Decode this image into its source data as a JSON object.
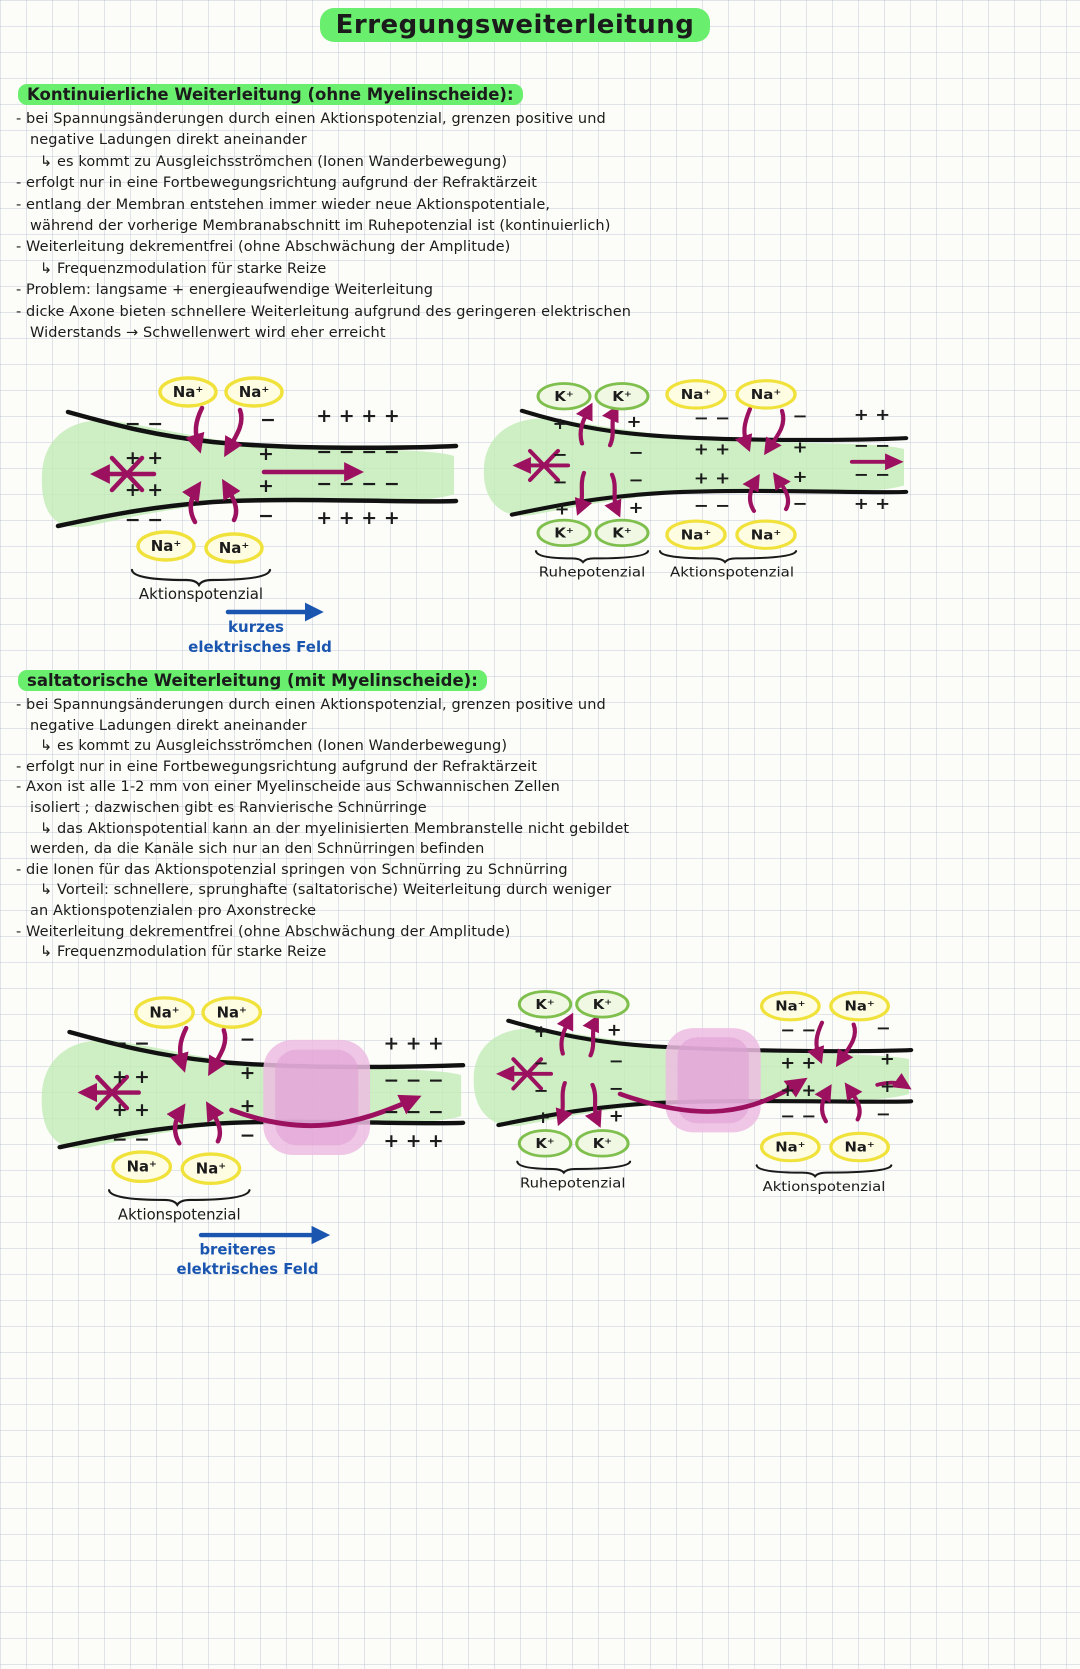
{
  "title": "Erregungsweiterleitung",
  "colors": {
    "highlight": "#69ee6e",
    "ink": "#1b1b1b",
    "magenta": "#9c1060",
    "blue": "#1a56b0",
    "axon_green": "#c0ebb5",
    "myelin_pink": "#ecbce2",
    "na_yellow": "#f0e23a",
    "k_green": "#7fbf4d"
  },
  "section_continuous": {
    "heading": "Kontinuierliche Weiterleitung (ohne Myelinscheide):",
    "lines": [
      "- bei Spannungsänderungen durch einen Aktionspotenzial, grenzen positive und",
      "negative Ladungen direkt aneinander",
      "↳ es kommt zu Ausgleichsströmchen (Ionen Wanderbewegung)",
      "- erfolgt nur in eine Fortbewegungsrichtung aufgrund der Refraktärzeit",
      "- entlang der Membran entstehen immer wieder neue Aktionspotentiale,",
      "während der vorherige Membranabschnitt im Ruhepotenzial ist (kontinuierlich)",
      "- Weiterleitung dekrementfrei (ohne Abschwächung der Amplitude)",
      "↳ Frequenzmodulation für starke Reize",
      "- Problem: langsame + energieaufwendige Weiterleitung",
      "- dicke Axone bieten schnellere Weiterleitung aufgrund des geringeren elektrischen",
      "Widerstands → Schwellenwert wird eher erreicht"
    ]
  },
  "diagram_cont_ap": {
    "ion": "Na⁺",
    "label": "Aktionspotenzial",
    "field_caption_1": "kurzes",
    "field_caption_2": "elektrisches Feld",
    "charges": {
      "top_outer_1": "− −",
      "top_outer_2": "−",
      "top_outer_right": "+ + + +",
      "top_inner_1": "+ +",
      "top_inner_2": "+",
      "top_inner_right": "− − − −",
      "bottom_inner_1": "+ +",
      "bottom_inner_2": "+",
      "bottom_inner_right": "− − − −",
      "bottom_outer_1": "− −",
      "bottom_outer_2": "−",
      "bottom_outer_right": "+ + + +"
    }
  },
  "diagram_cont_rest": {
    "ion_k": "K⁺",
    "ion_na": "Na⁺",
    "label_rest": "Ruhepotenzial",
    "label_ap": "Aktionspotenzial",
    "charges": {
      "rest_top_outer_1": "+",
      "rest_top_outer_2": "+",
      "rest_top_inner_1": "−",
      "rest_top_inner_2": "−",
      "rest_bottom_inner_1": "−",
      "rest_bottom_inner_2": "−",
      "rest_bottom_outer_1": "+",
      "rest_bottom_outer_2": "+",
      "ap_top_outer_1": "− −",
      "ap_top_outer_2": "−",
      "ap_top_outer_3": "+ +",
      "ap_top_inner_1": "+ +",
      "ap_top_inner_2": "+",
      "ap_top_inner_3": "− −",
      "ap_bottom_inner_1": "+ +",
      "ap_bottom_inner_2": "+",
      "ap_bottom_inner_3": "− −",
      "ap_bottom_outer_1": "− −",
      "ap_bottom_outer_2": "−",
      "ap_bottom_outer_3": "+ +"
    }
  },
  "section_saltatory": {
    "heading": "saltatorische Weiterleitung (mit Myelinscheide):",
    "lines": [
      "- bei Spannungsänderungen durch einen Aktionspotenzial, grenzen positive und",
      "negative Ladungen direkt aneinander",
      "↳ es kommt zu Ausgleichsströmchen (Ionen Wanderbewegung)",
      "- erfolgt nur in eine Fortbewegungsrichtung aufgrund der Refraktärzeit",
      "- Axon ist alle 1-2 mm von einer Myelinscheide aus Schwannischen Zellen",
      "isoliert ; dazwischen gibt es Ranvierische Schnürringe",
      "↳ das Aktionspotential kann an der myelinisierten Membranstelle nicht gebildet",
      "werden, da die Kanäle sich nur an den Schnürringen befinden",
      "- die Ionen für das Aktionspotenzial springen von Schnürring zu Schnürring",
      "↳ Vorteil: schnellere, sprunghafte (saltatorische) Weiterleitung durch weniger",
      "an Aktionspotenzialen pro Axonstrecke",
      "- Weiterleitung dekrementfrei (ohne Abschwächung der Amplitude)",
      "↳ Frequenzmodulation für starke Reize"
    ]
  },
  "diagram_salt_ap": {
    "ion": "Na⁺",
    "label": "Aktionspotenzial",
    "field_caption_1": "breiteres",
    "field_caption_2": "elektrisches Feld",
    "charges": {
      "top_outer_1": "− −",
      "top_outer_2": "−",
      "top_inner_1": "+ +",
      "top_inner_2": "+",
      "bottom_inner_1": "+ +",
      "bottom_inner_2": "+",
      "bottom_outer_1": "− −",
      "bottom_outer_2": "−",
      "right_top_outer": "+ + +",
      "right_top_inner": "− − −",
      "right_bottom_inner": "− − −",
      "right_bottom_outer": "+ + +"
    }
  },
  "diagram_salt_rest": {
    "ion_k": "K⁺",
    "ion_na": "Na⁺",
    "label_rest": "Ruhepotenzial",
    "label_ap": "Aktionspotenzial",
    "charges": {
      "rest_top_outer_1": "+",
      "rest_top_outer_2": "+",
      "rest_top_inner_1": "−",
      "rest_top_inner_2": "−",
      "rest_bottom_inner_1": "−",
      "rest_bottom_inner_2": "−",
      "rest_bottom_outer_1": "+",
      "rest_bottom_outer_2": "+",
      "ap_top_outer_1": "− −",
      "ap_top_outer_2": "−",
      "ap_top_inner_1": "+ +",
      "ap_top_inner_2": "+",
      "ap_bottom_inner_1": "+ +",
      "ap_bottom_inner_2": "+",
      "ap_bottom_outer_1": "− −",
      "ap_bottom_outer_2": "−"
    }
  }
}
